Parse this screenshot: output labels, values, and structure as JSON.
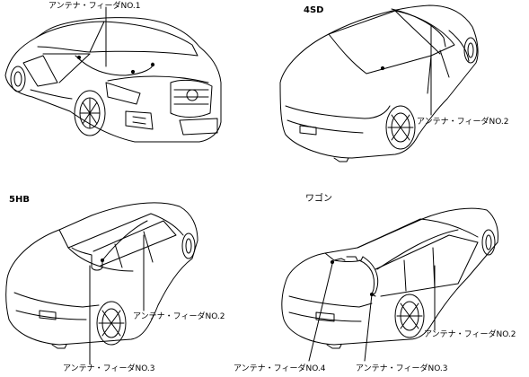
{
  "diagram": {
    "headers": {
      "sedan": "4SD",
      "hatchback": "5HB",
      "wagon": "ワゴン"
    },
    "labels": {
      "front_feeder_no1": "アンテナ・フィーダNO.1",
      "sedan_feeder_no2": "アンテナ・フィーダNO.2",
      "hatch_feeder_no2": "アンテナ・フィーダNO.2",
      "hatch_feeder_no3": "アンテナ・フィーダNO.3",
      "wagon_feeder_no2": "アンテナ・フィーダNO.2",
      "wagon_feeder_no4": "アンテナ・フィーダNO.4",
      "wagon_feeder_no3": "アンテナ・フィーダNO.3"
    }
  }
}
